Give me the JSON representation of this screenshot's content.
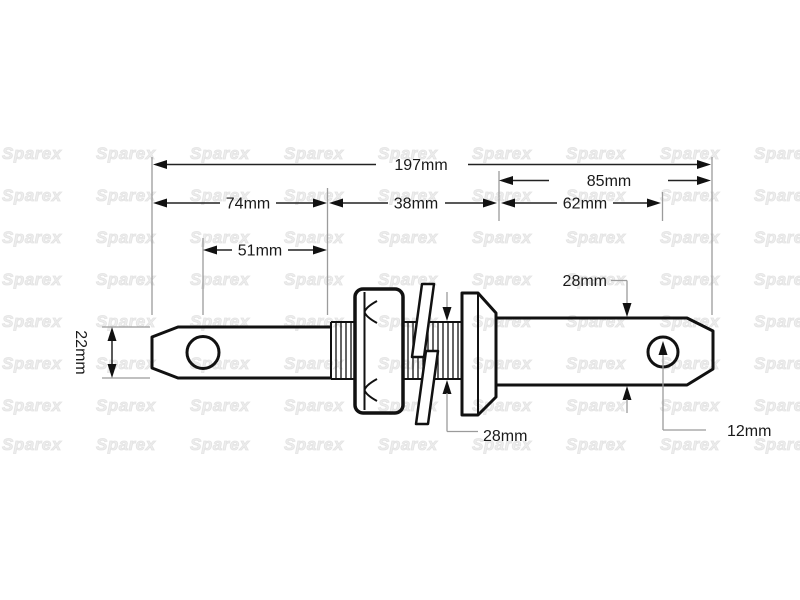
{
  "watermark": {
    "text": "Sparex",
    "color": "#ededed"
  },
  "drawing": {
    "title": "Implement mounting pin technical drawing",
    "type": "technical-diagram",
    "colors": {
      "line": "#111111",
      "extension_line": "#9b9b9b",
      "background": "#ffffff"
    },
    "dims": {
      "total": {
        "label": "197mm",
        "value_mm": 197
      },
      "left_section": {
        "label": "74mm",
        "value_mm": 74
      },
      "thread_section": {
        "label": "38mm",
        "value_mm": 38
      },
      "right_section": {
        "label": "85mm",
        "value_mm": 85
      },
      "collar_to_hole": {
        "label": "62mm",
        "value_mm": 62
      },
      "hole_offset": {
        "label": "51mm",
        "value_mm": 51
      },
      "left_diameter": {
        "label": "22mm",
        "value_mm": 22
      },
      "thread_diameter": {
        "label": "28mm",
        "value_mm": 28
      },
      "right_diameter": {
        "label": "28mm",
        "value_mm": 28
      },
      "hole_diameter": {
        "label": "12mm",
        "value_mm": 12
      }
    }
  }
}
